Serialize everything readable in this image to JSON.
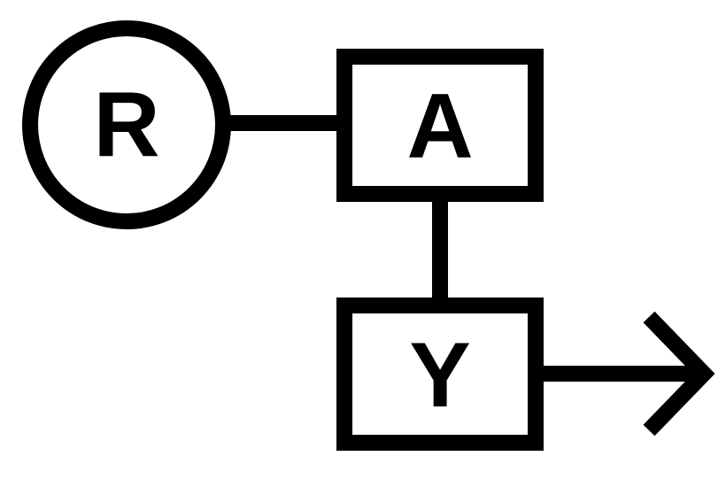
{
  "diagram": {
    "nodes": [
      {
        "id": "R",
        "shape": "circle",
        "label": "R"
      },
      {
        "id": "A",
        "shape": "box",
        "label": "A"
      },
      {
        "id": "Y",
        "shape": "box",
        "label": "Y"
      }
    ],
    "edges": [
      {
        "from": "R",
        "to": "A",
        "kind": "line"
      },
      {
        "from": "A",
        "to": "Y",
        "kind": "line"
      },
      {
        "from": "Y",
        "to": "",
        "kind": "arrow"
      }
    ],
    "colors": {
      "stroke": "#000000",
      "background": "#ffffff"
    }
  }
}
